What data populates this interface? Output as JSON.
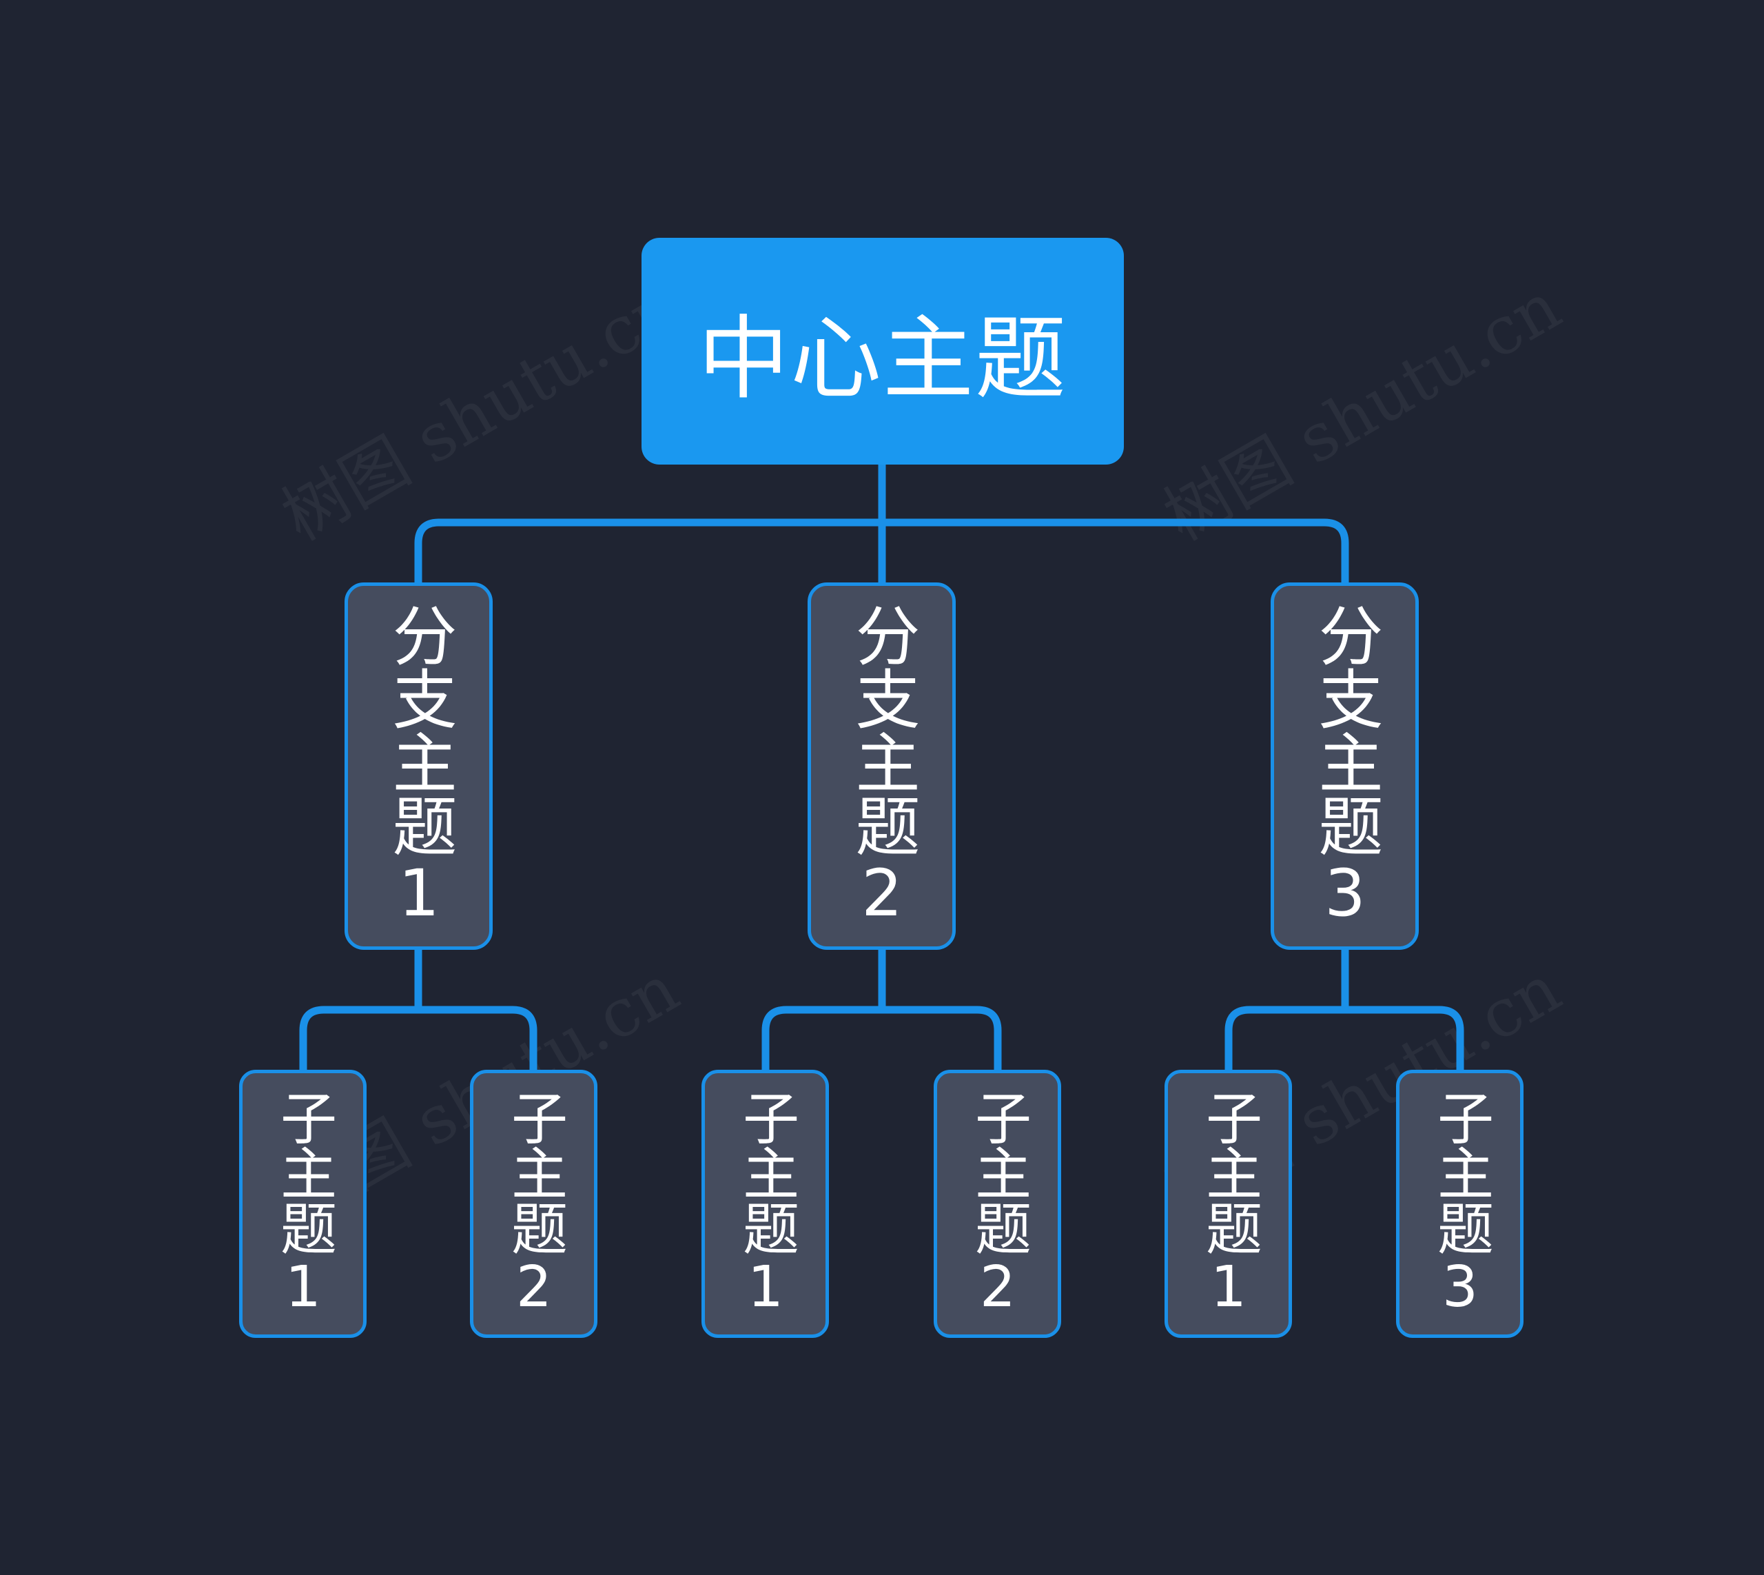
{
  "diagram": {
    "root": {
      "label": "中心主题"
    },
    "branches": [
      {
        "label": "分支主题1",
        "children": [
          {
            "label": "子主题1"
          },
          {
            "label": "子主题2"
          }
        ]
      },
      {
        "label": "分支主题2",
        "children": [
          {
            "label": "子主题1"
          },
          {
            "label": "子主题2"
          }
        ]
      },
      {
        "label": "分支主题3",
        "children": [
          {
            "label": "子主题1"
          },
          {
            "label": "子主题3"
          }
        ]
      }
    ]
  },
  "watermark": {
    "text": "树图 shutu.cn"
  },
  "colors": {
    "background": "#1f2432",
    "root_fill": "#1a98f0",
    "node_fill": "#454c5e",
    "node_border": "#1a90e8",
    "connector": "#1a90e8",
    "text": "#ffffff"
  }
}
